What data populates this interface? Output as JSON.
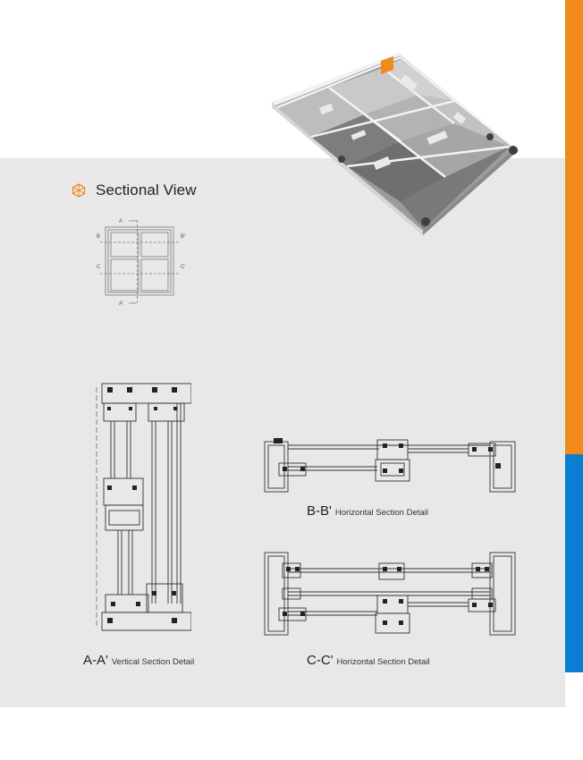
{
  "section": {
    "title": "Sectional View",
    "icon": "hexagon-cube-icon",
    "accent": "#f08a1c"
  },
  "sidebar": {
    "orange": "#f08a1c",
    "blue": "#0a7ed0"
  },
  "key_plan": {
    "labels": {
      "a": "A",
      "a_prime": "A'",
      "b": "B",
      "b_prime": "B'",
      "c": "C",
      "c_prime": "C'"
    }
  },
  "details": [
    {
      "code": "A-A'",
      "description": "Vertical Section Detail"
    },
    {
      "code": "B-B'",
      "description": "Horizontal Section Detail"
    },
    {
      "code": "C-C'",
      "description": "Horizontal Section Detail"
    }
  ]
}
